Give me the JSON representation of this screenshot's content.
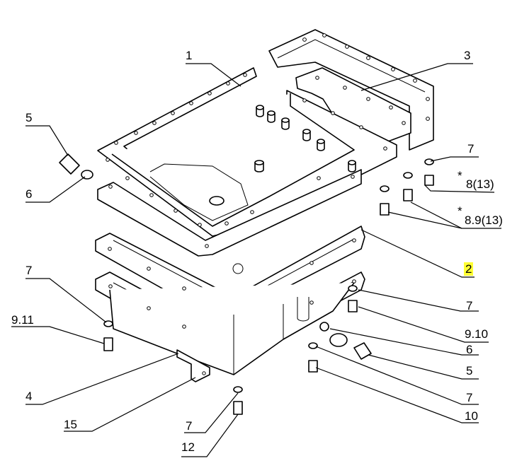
{
  "callouts": {
    "c1": "1",
    "c2": "2",
    "c3": "3",
    "c4": "4",
    "c5a": "5",
    "c5b": "5",
    "c6a": "6",
    "c6b": "6",
    "c7a": "7",
    "c7b": "7",
    "c7c": "7",
    "c7d": "7",
    "c7e": "7",
    "c8": "8(13)",
    "c89": "8.9(13)",
    "c910": "9.10",
    "c911": "9.11",
    "c10": "10",
    "c12": "12",
    "c15": "15",
    "star1": "*",
    "star2": "*"
  },
  "highlight": {
    "color": "#ffff33",
    "callout": "2"
  }
}
